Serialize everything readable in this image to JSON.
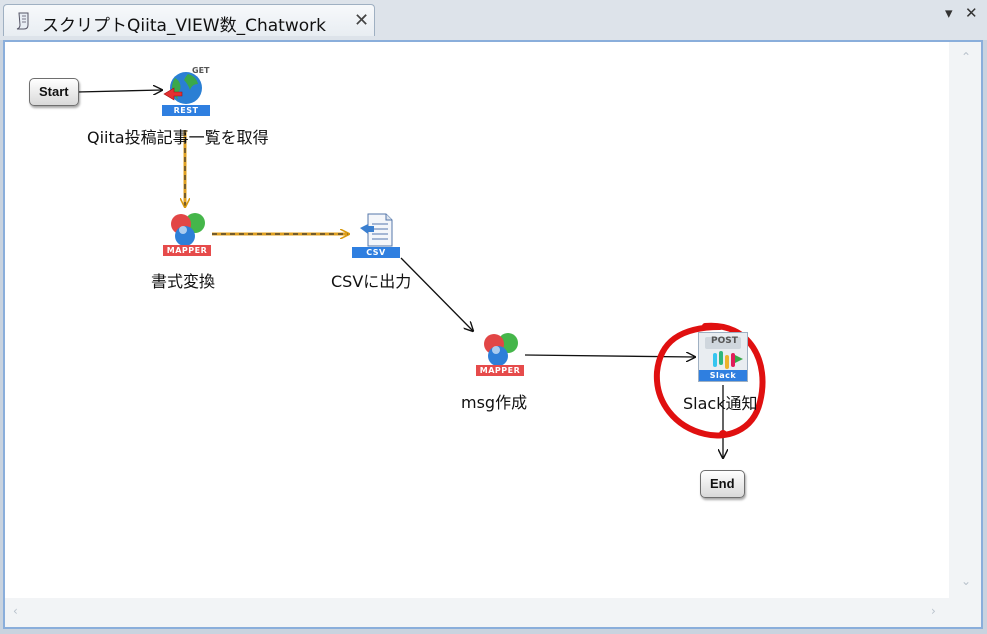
{
  "tab": {
    "title": "スクリプトQiita_VIEW数_Chatwork",
    "close_glyph": "✕",
    "menu_glyph": "▾",
    "window_close_glyph": "✕"
  },
  "flow": {
    "start_label": "Start",
    "end_label": "End",
    "nodes": {
      "rest": {
        "label": "Qiita投稿記事一覧を取得",
        "badge": "REST",
        "tag": "GET"
      },
      "mapper1": {
        "label": "書式変換",
        "badge": "MAPPER"
      },
      "csv": {
        "label": "CSVに出力",
        "badge": "CSV"
      },
      "mapper2": {
        "label": "msg作成",
        "badge": "MAPPER"
      },
      "slack": {
        "label": "Slack通知",
        "badge": "Slack",
        "tag": "POST"
      }
    }
  },
  "scrollbar": {
    "up": "⌃",
    "down": "⌄",
    "left": "‹",
    "right": "›"
  },
  "colors": {
    "highlight": "#e01010",
    "accent": "#8aaedb",
    "dataflow": "#e0a020"
  }
}
